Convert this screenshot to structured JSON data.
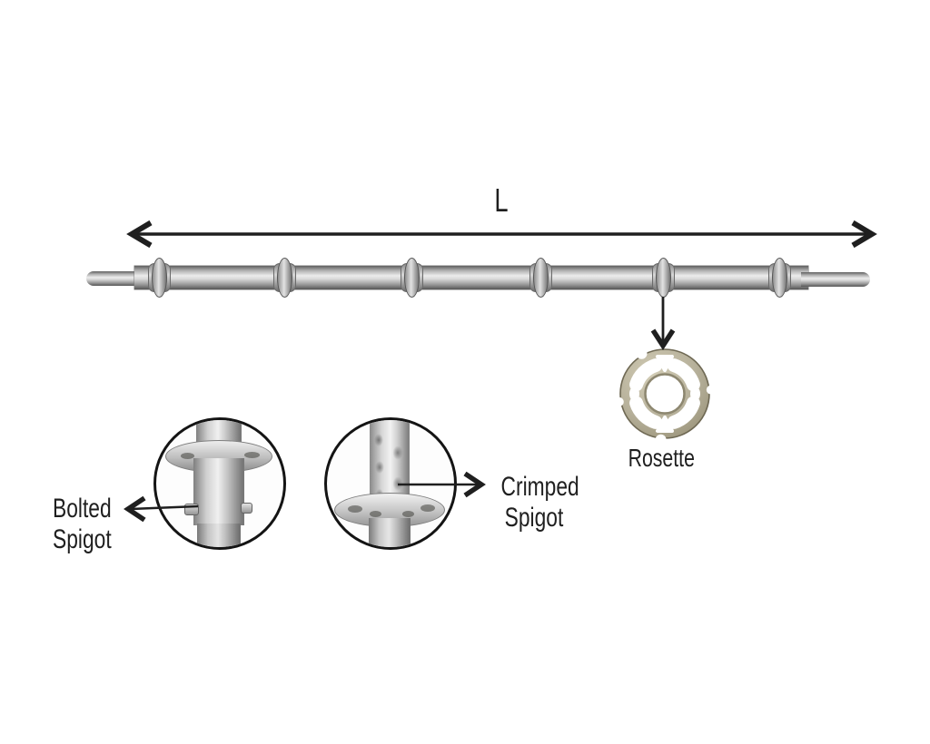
{
  "labels": {
    "dimension": "L",
    "rosette": "Rosette",
    "bolted_spigot": {
      "line1": "Bolted",
      "line2": "Spigot"
    },
    "crimped_spigot": {
      "line1": "Crimped",
      "line2": "Spigot"
    }
  },
  "colors": {
    "background": "#ffffff",
    "ink": "#1f1f1f",
    "metal_light": "#efefef",
    "metal_mid": "#b5b5b5",
    "metal_dark": "#636363",
    "rosette_face": "#b7b19b",
    "rosette_edge": "#6e6853"
  },
  "pole": {
    "rosette_count": 6,
    "rosette_positions_x": [
      175,
      313,
      453,
      595,
      730,
      858
    ]
  }
}
